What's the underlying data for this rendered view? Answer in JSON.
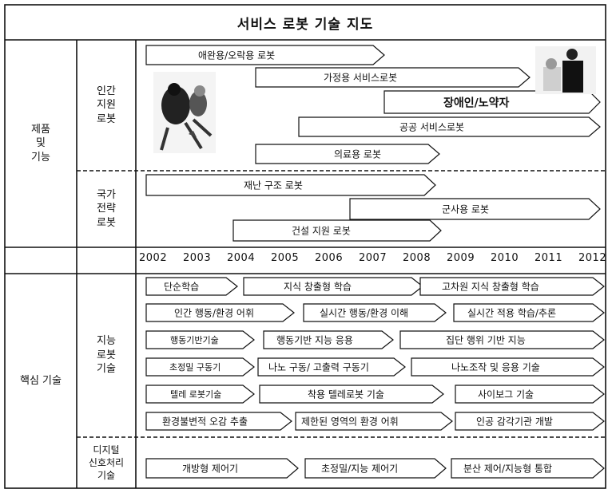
{
  "title": "서비스 로봇 기술 지도",
  "sections": {
    "products": "제품\n및\n기능",
    "core_tech": "핵심 기술"
  },
  "subsections": {
    "human_support": "인간\n지원\n로봇",
    "national_strategy": "국가\n전략\n로봇",
    "intelligent": "지능\n로봇\n기술",
    "digital_signal": "디지털\n신호처리\n기술"
  },
  "years": [
    "2002",
    "2003",
    "2004",
    "2005",
    "2006",
    "2007",
    "2008",
    "2009",
    "2010",
    "2011",
    "2012"
  ],
  "product_arrows": [
    "애완용/오락용 로봇",
    "가정용 서비스로봇",
    "장애인/노약자",
    "공공 서비스로봇",
    "의료용 로봇",
    "재난 구조 로봇",
    "군사용 로봇",
    "건설 지원 로봇"
  ],
  "tech_arrows": [
    "단순학습",
    "지식 창출형 학습",
    "고차원 지식 창출형 학습",
    "인간 행동/환경 어휘",
    "실시간 행동/환경 이해",
    "실시간 적용 학습/추론",
    "행동기반기술",
    "행동기반 지능 응용",
    "집단 행위 기반 지능",
    "초정밀 구동기",
    "나노 구동/ 고출력 구동기",
    "나노조작 및 응용 기술",
    "텔레 로봇기술",
    "착용 텔레로봇 기술",
    "사이보그 기술",
    "환경불변적 오감 추출",
    "제한된 영역의 환경 어휘",
    "인공 감각기관 개발",
    "개방형 제어기",
    "초정밀/지능 제어기",
    "분산 제어/지능형 통합"
  ]
}
